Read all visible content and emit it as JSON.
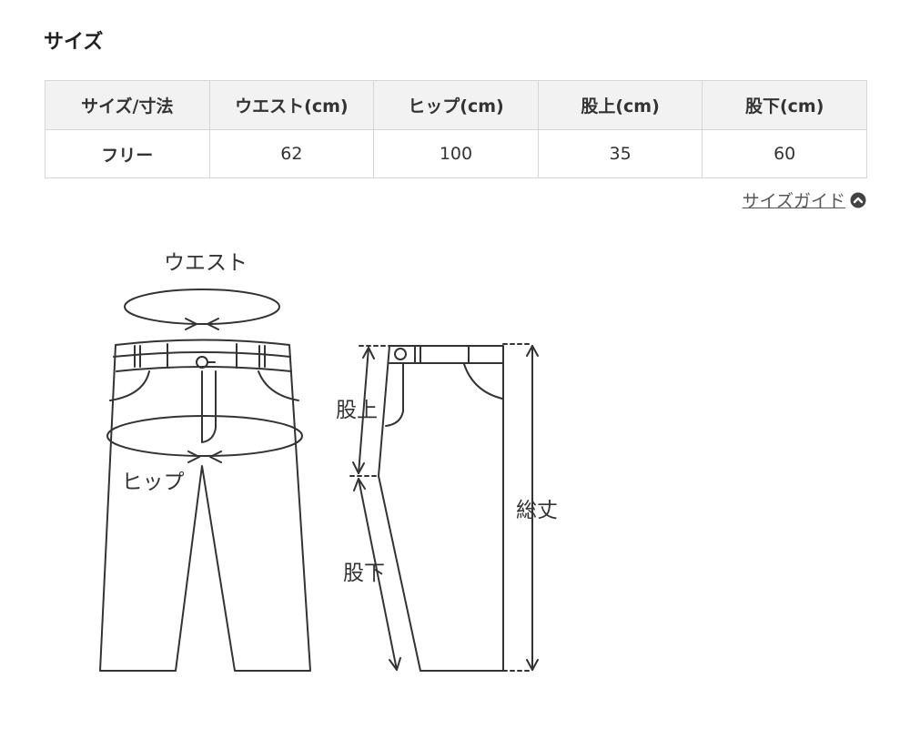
{
  "section": {
    "title": "サイズ"
  },
  "table": {
    "headers": [
      "サイズ/寸法",
      "ウエスト(cm)",
      "ヒップ(cm)",
      "股上(cm)",
      "股下(cm)"
    ],
    "rows": [
      {
        "label": "フリー",
        "values": [
          "62",
          "100",
          "35",
          "60"
        ]
      }
    ]
  },
  "guide": {
    "label": "サイズガイド",
    "icon": "chevron-up-circle-icon"
  },
  "diagram": {
    "waist_label": "ウエスト",
    "hip_label": "ヒップ",
    "rise_label": "股上",
    "inseam_label": "股下",
    "length_label": "総丈"
  }
}
